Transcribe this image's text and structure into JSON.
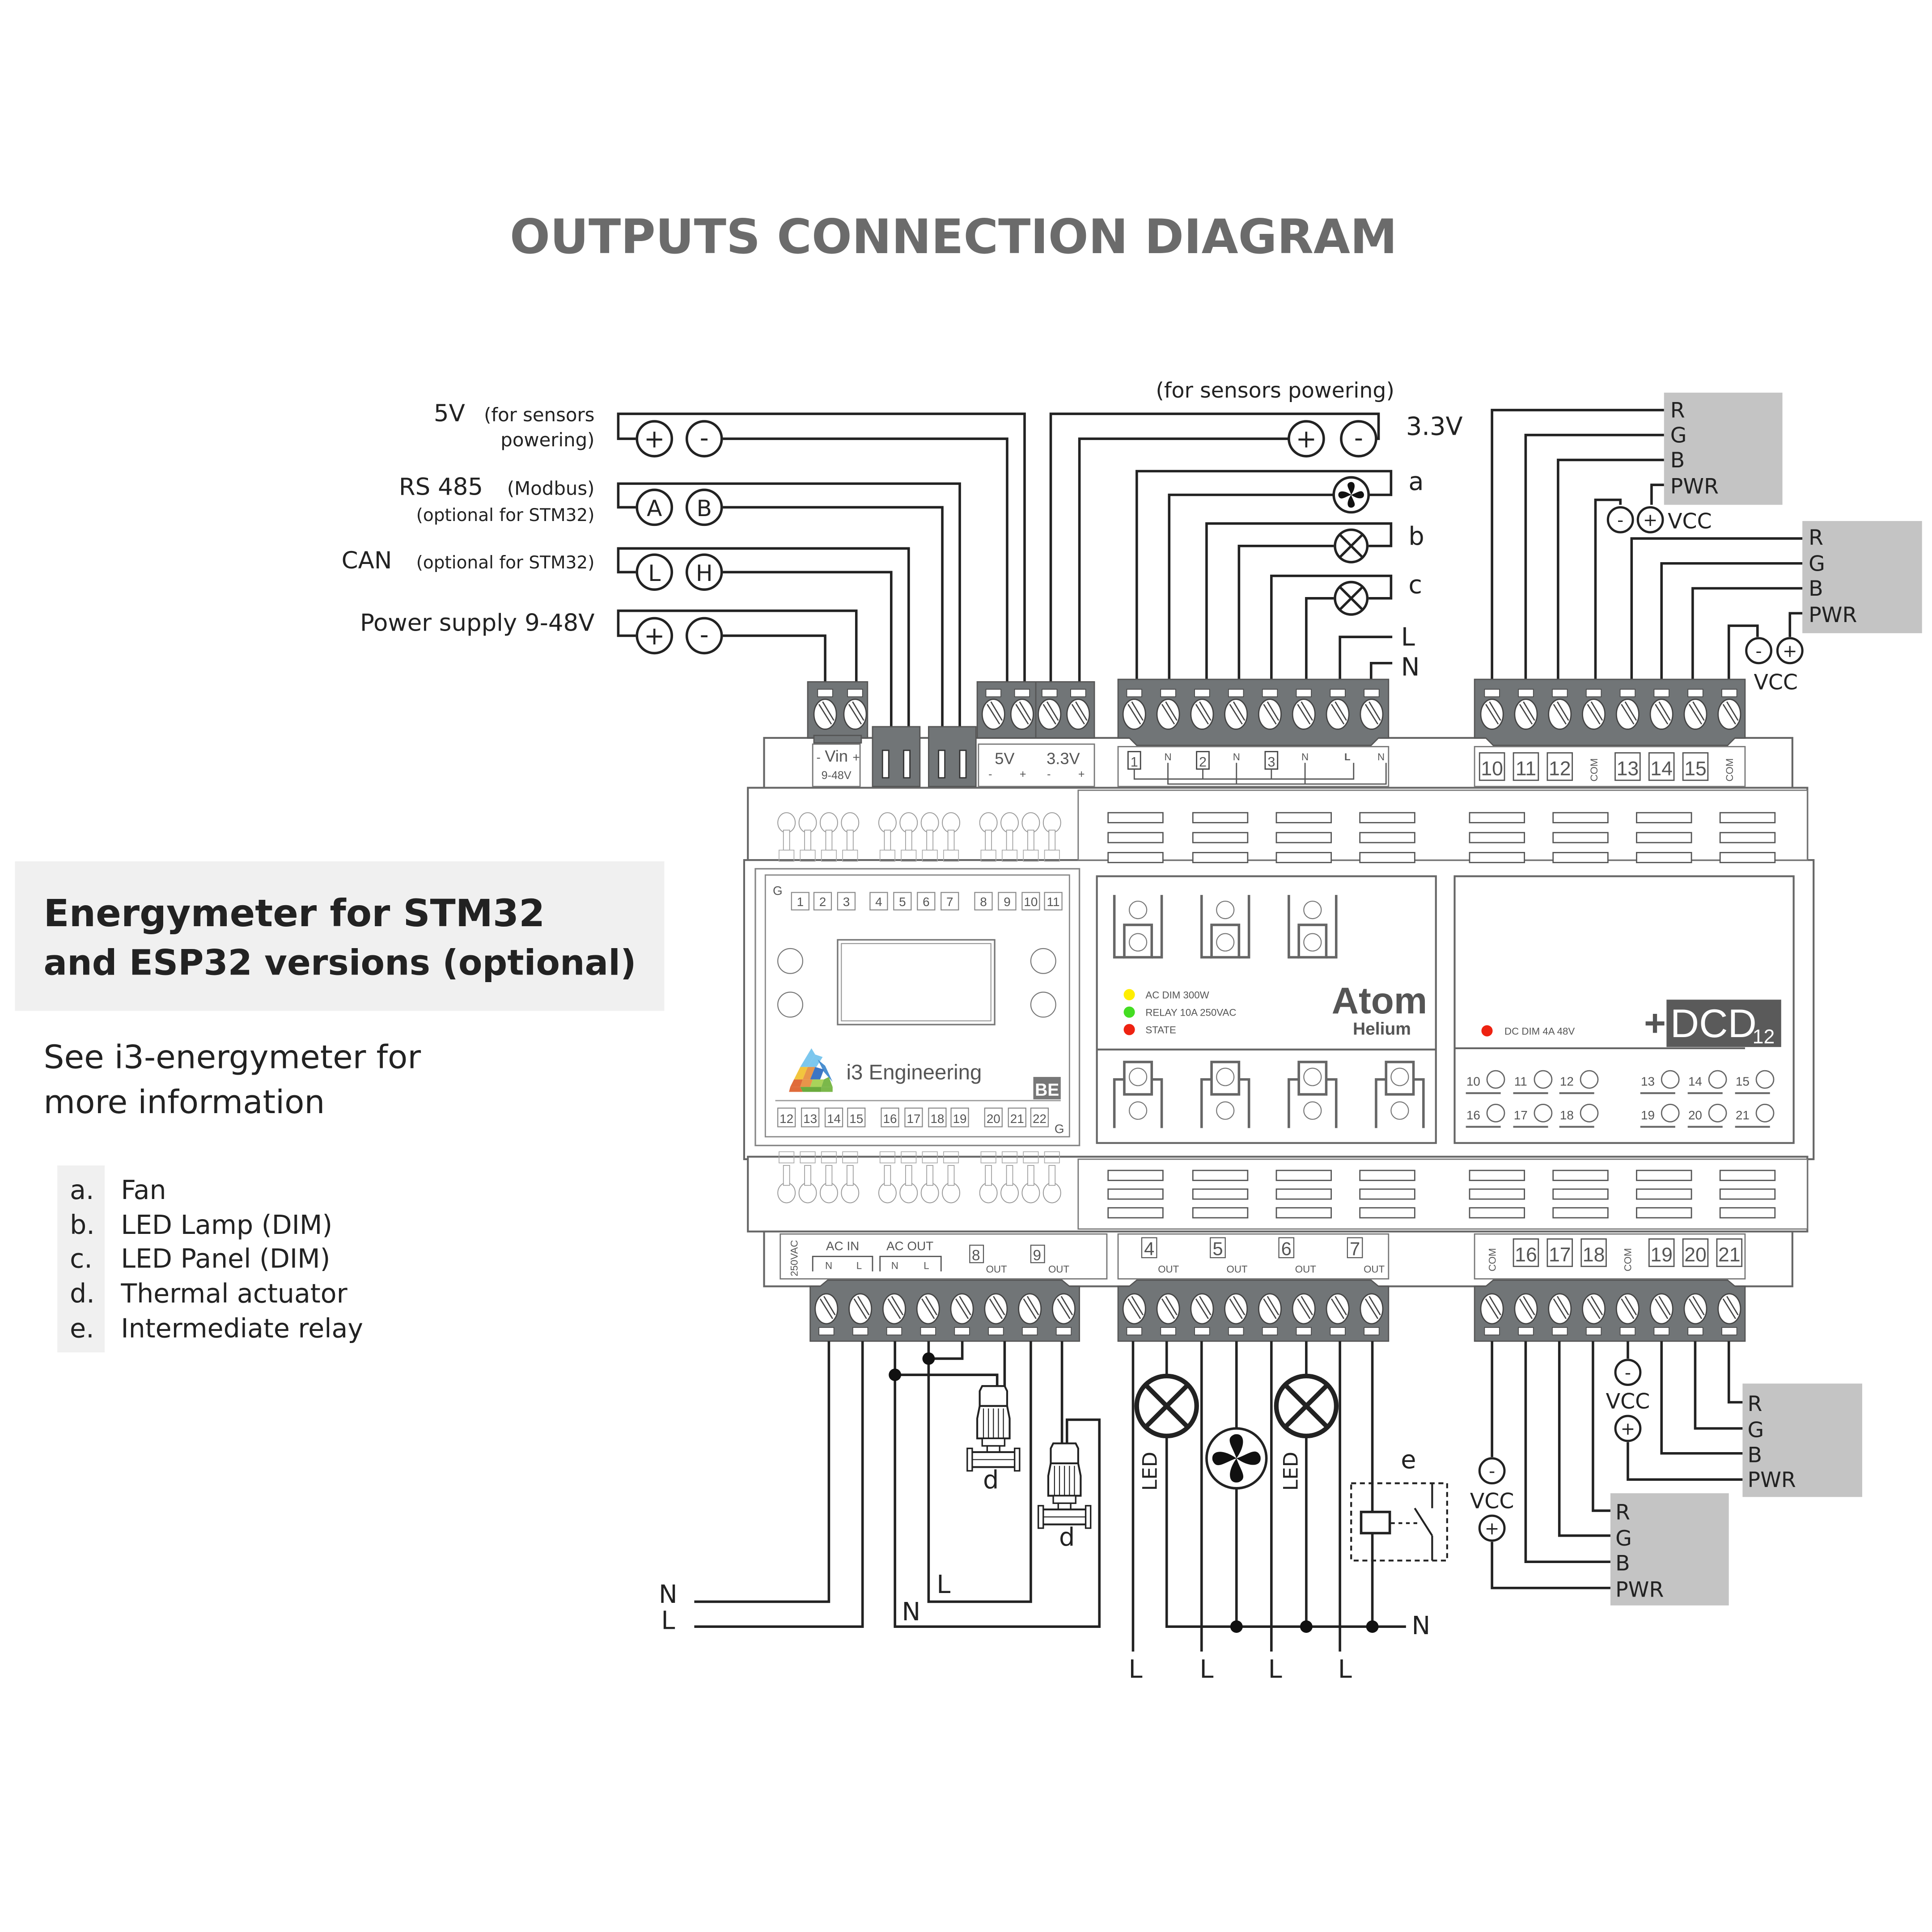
{
  "title": "OUTPUTS CONNECTION DIAGRAM",
  "left_inputs": {
    "v5": {
      "main": "5V",
      "sub": "(for sensors",
      "sub2": "powering)",
      "pins": [
        "+",
        "-"
      ]
    },
    "rs485": {
      "main": "RS 485",
      "sub": "(Modbus)",
      "sub2": "(optional for STM32)",
      "pins": [
        "A",
        "B"
      ]
    },
    "can": {
      "main": "CAN",
      "sub": "(optional for STM32)",
      "pins": [
        "L",
        "H"
      ]
    },
    "power": {
      "main": "Power supply 9-48V",
      "pins": [
        "+",
        "-"
      ]
    }
  },
  "top_middle": {
    "sensors_note": "(for sensors powering)",
    "v33": "3.3V",
    "pins": [
      "+",
      "-"
    ],
    "loads": [
      {
        "letter": "a",
        "icon": "fan-icon"
      },
      {
        "letter": "b",
        "icon": "lamp-icon"
      },
      {
        "letter": "c",
        "icon": "lamp-icon"
      }
    ],
    "L": "L",
    "N": "N"
  },
  "rgb_top": [
    {
      "channels": [
        "R",
        "G",
        "B",
        "PWR"
      ],
      "vcc": "VCC",
      "pins": [
        "-",
        "+"
      ]
    },
    {
      "channels": [
        "R",
        "G",
        "B",
        "PWR"
      ],
      "vcc": "VCC",
      "pins": [
        "-",
        "+"
      ]
    }
  ],
  "device": {
    "vin_label": "Vin",
    "vin_minus": "-",
    "vin_plus": "+",
    "vin_range": "9-48V",
    "v5_label": "5V",
    "v33_label": "3.3V",
    "pol_minus": "-",
    "pol_plus": "+",
    "relay_top_labels": [
      "1",
      "N",
      "2",
      "N",
      "3",
      "N",
      "L",
      "N"
    ],
    "dcd_top_labels": [
      "10",
      "11",
      "12",
      "COM",
      "13",
      "14",
      "15",
      "COM"
    ],
    "energymeter": {
      "g_top": "G",
      "g_bottom": "G",
      "top_numbers": [
        "1",
        "2",
        "3",
        "4",
        "5",
        "6",
        "7",
        "8",
        "9",
        "10",
        "11"
      ],
      "bottom_numbers": [
        "12",
        "13",
        "14",
        "15",
        "16",
        "17",
        "18",
        "19",
        "20",
        "21",
        "22"
      ],
      "brand": "i3 Engineering",
      "badge": "BE"
    },
    "atom": {
      "leds": [
        {
          "label": "AC DIM  300W",
          "color": "#ffee00"
        },
        {
          "label": "RELAY  10A 250VAC",
          "color": "#44dd22"
        },
        {
          "label": "STATE",
          "color": "#ee2211"
        }
      ],
      "name": "Atom",
      "subname": "Helium"
    },
    "dcd": {
      "led_label": "DC DIM 4A 48V",
      "led_color": "#ee2211",
      "plus": "+",
      "name": "DCD",
      "sub": "12",
      "row1": [
        "10",
        "11",
        "12",
        "13",
        "14",
        "15"
      ],
      "row2": [
        "16",
        "17",
        "18",
        "19",
        "20",
        "21"
      ]
    },
    "bottom_left_labels": {
      "vac": "250VAC",
      "ac_in": "AC IN",
      "ac_out": "AC OUT",
      "n": "N",
      "l": "L",
      "out8": "8",
      "out9": "9",
      "out": "OUT"
    },
    "bottom_mid_labels": [
      "4",
      "5",
      "6",
      "7"
    ],
    "bottom_right_labels": [
      "COM",
      "16",
      "17",
      "18",
      "COM",
      "19",
      "20",
      "21"
    ]
  },
  "bottom": {
    "left_N": "N",
    "left_L": "L",
    "act_L": "L",
    "act_N": "N",
    "actuator_letter": "d",
    "led_label": "LED",
    "relay_letter": "e",
    "mid_N": "N",
    "mid_L": "L",
    "rgb": [
      {
        "channels": [
          "R",
          "G",
          "B",
          "PWR"
        ],
        "vcc": "VCC",
        "pins": [
          "-",
          "+"
        ]
      },
      {
        "channels": [
          "R",
          "G",
          "B",
          "PWR"
        ],
        "vcc": "VCC",
        "pins": [
          "-",
          "+"
        ]
      }
    ]
  },
  "info": {
    "heading_line1": "Energymeter for STM32",
    "heading_line2": "and ESP32 versions (optional)",
    "note_line1": "See i3-energymeter for",
    "note_line2": "more information"
  },
  "legend": [
    {
      "key": "a.",
      "text": "Fan"
    },
    {
      "key": "b.",
      "text": "LED Lamp (DIM)"
    },
    {
      "key": "c.",
      "text": "LED Panel (DIM)"
    },
    {
      "key": "d.",
      "text": "Thermal actuator"
    },
    {
      "key": "e.",
      "text": "Intermediate relay"
    }
  ],
  "colors": {
    "terminal": "#717577",
    "rgb_box": "#c4c4c4",
    "title": "#6b6b6b",
    "panel": "#f0f0f0"
  }
}
